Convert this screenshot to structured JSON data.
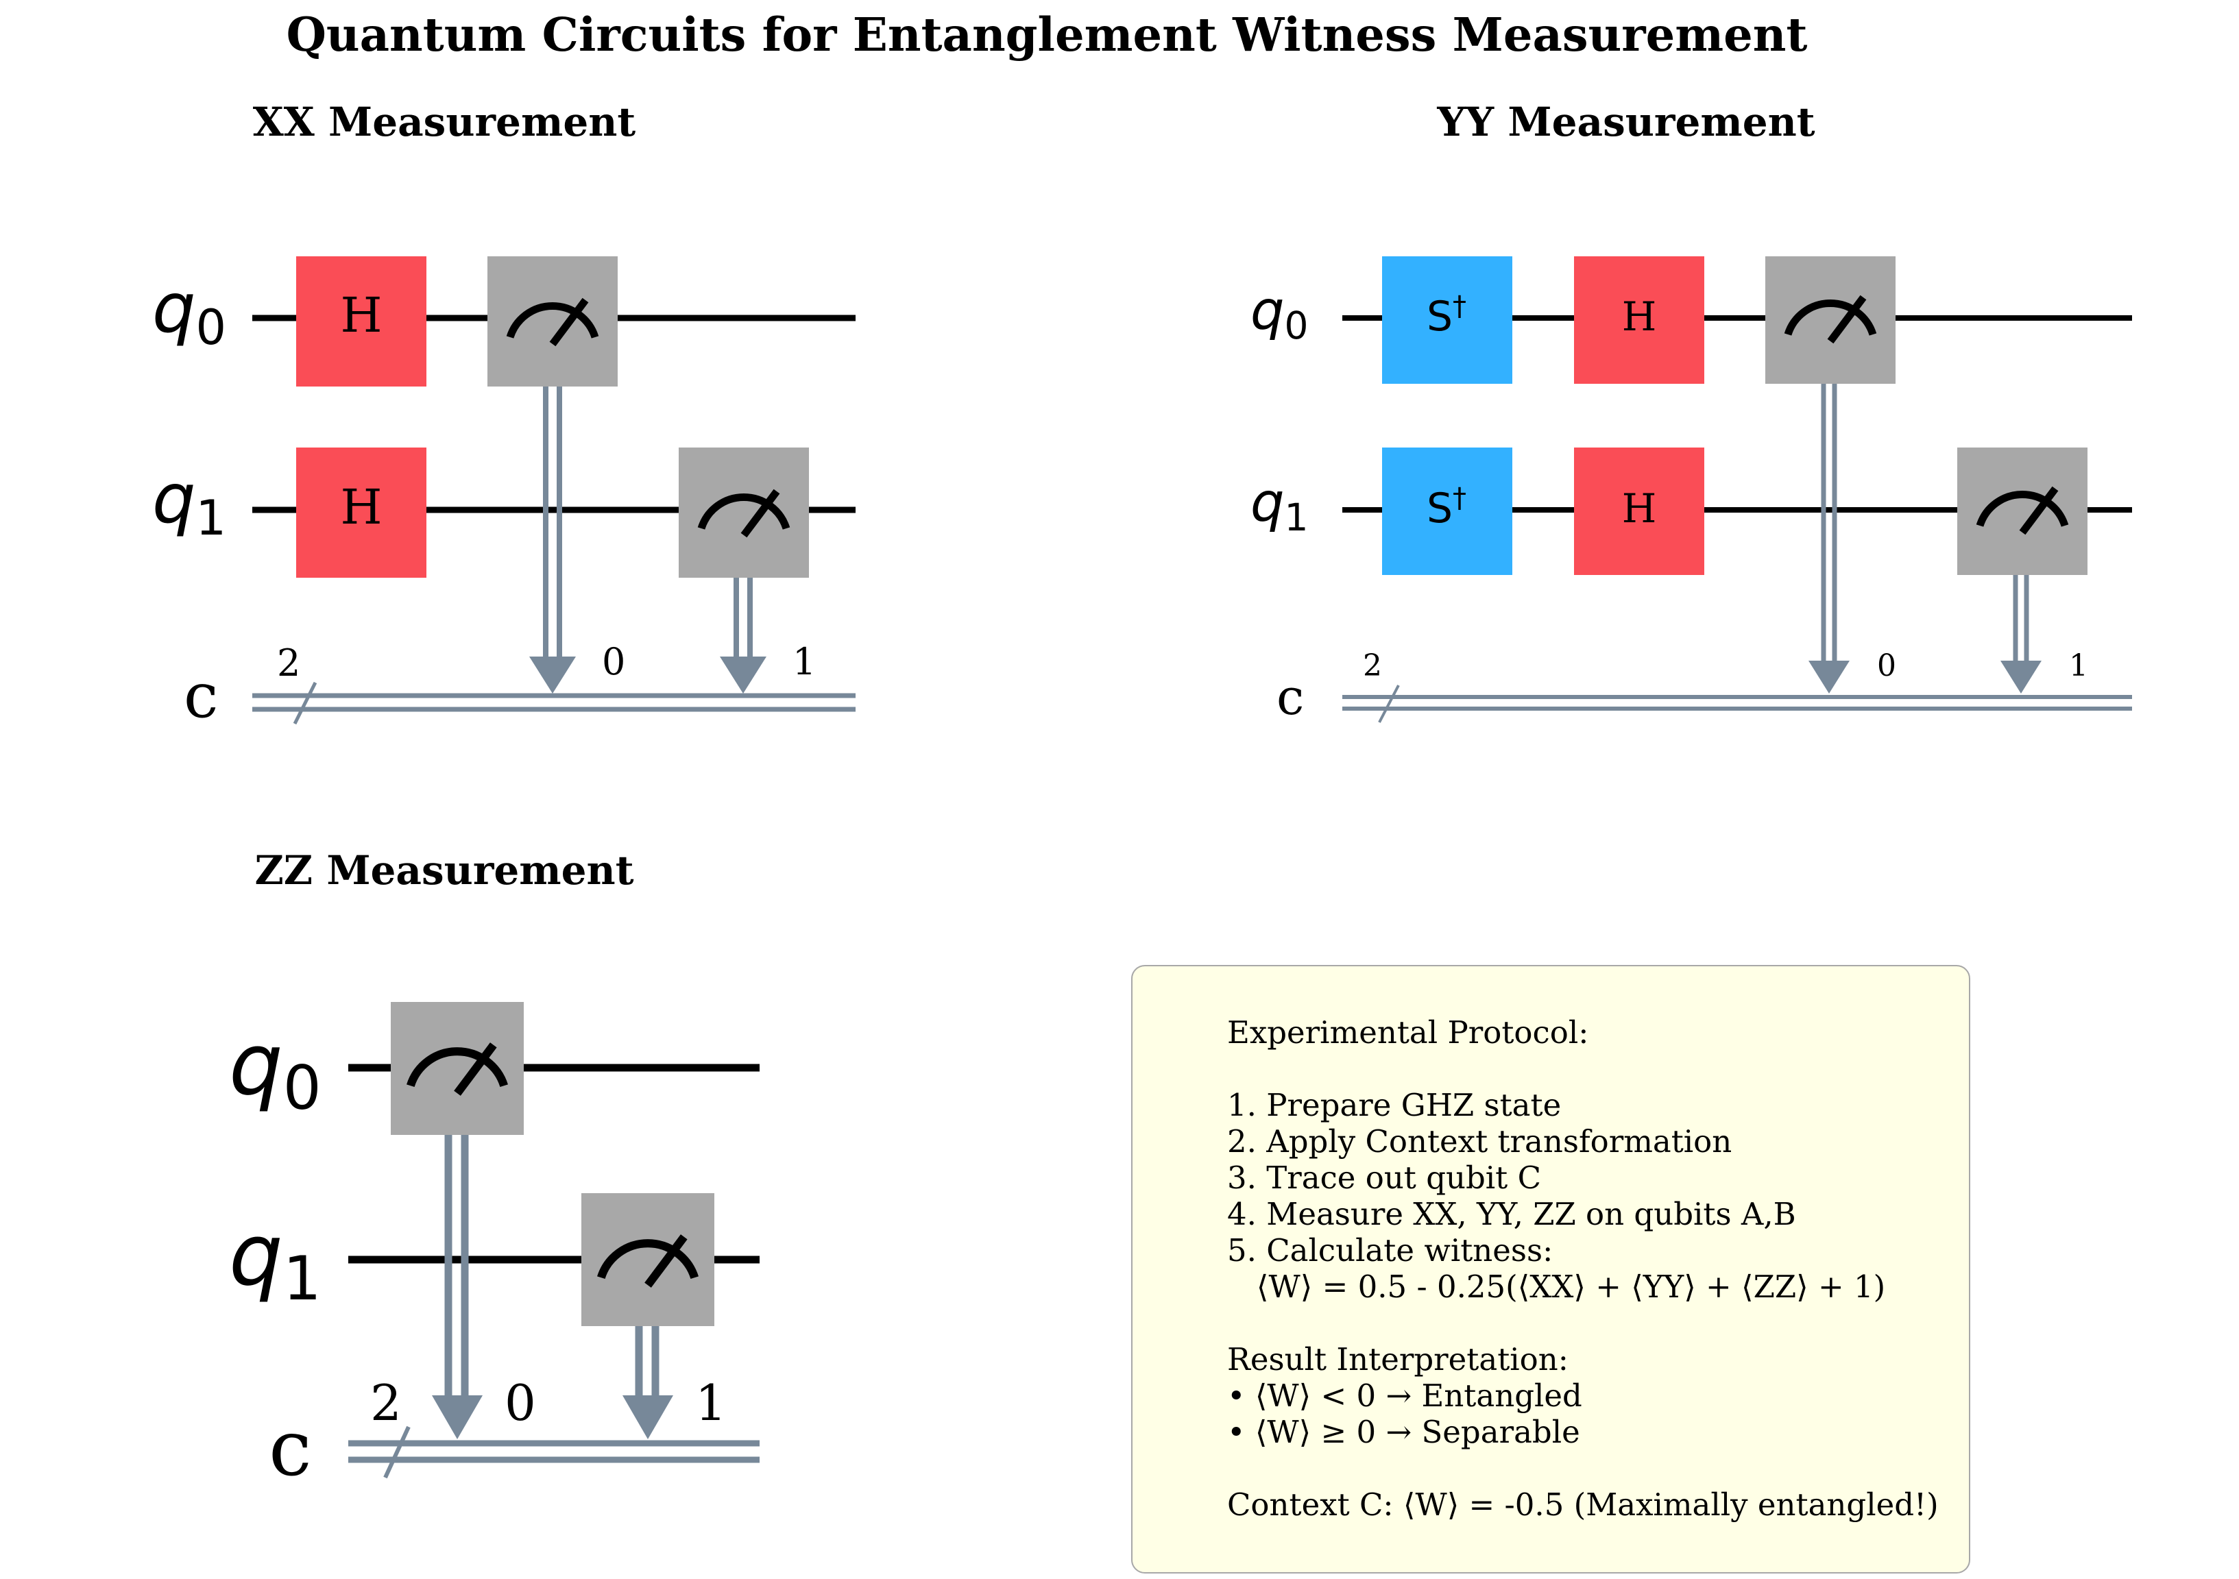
{
  "title": "Quantum Circuits for Entanglement Witness Measurement",
  "circuits": {
    "xx": {
      "title": "XX Measurement",
      "q0_label": "q",
      "q0_sub": "0",
      "q1_label": "q",
      "q1_sub": "1",
      "c_label": "c",
      "bus_width": "2",
      "gate_h": "H",
      "bit0": "0",
      "bit1": "1"
    },
    "yy": {
      "title": "YY Measurement",
      "q0_label": "q",
      "q0_sub": "0",
      "q1_label": "q",
      "q1_sub": "1",
      "c_label": "c",
      "bus_width": "2",
      "gate_sdg": "S",
      "gate_sdg_sup": "†",
      "gate_h": "H",
      "bit0": "0",
      "bit1": "1"
    },
    "zz": {
      "title": "ZZ Measurement",
      "q0_label": "q",
      "q0_sub": "0",
      "q1_label": "q",
      "q1_sub": "1",
      "c_label": "c",
      "bus_width": "2",
      "bit0": "0",
      "bit1": "1"
    }
  },
  "protocol": {
    "heading": "Experimental Protocol:",
    "steps": [
      "1. Prepare GHZ state",
      "2. Apply Context transformation",
      "3. Trace out qubit C",
      "4. Measure XX, YY, ZZ on qubits A,B",
      "5. Calculate witness:",
      "   ⟨W⟩ = 0.5 - 0.25(⟨XX⟩ + ⟨YY⟩ + ⟨ZZ⟩ + 1)"
    ],
    "interpretation_heading": "Result Interpretation:",
    "interpretation": [
      "• ⟨W⟩ < 0 → Entangled",
      "• ⟨W⟩ ≥ 0 → Separable"
    ],
    "context_result": "Context C: ⟨W⟩ = -0.5 (Maximally entangled!)"
  },
  "colors": {
    "h_gate": "#fa4d56",
    "sdg_gate": "#33b1ff",
    "measure_gate": "#a8a8a8",
    "classical_wire": "#778899",
    "quantum_wire": "#000000",
    "protocol_bg": "#ffffe6"
  },
  "icons": {
    "measure": "meter-icon"
  }
}
